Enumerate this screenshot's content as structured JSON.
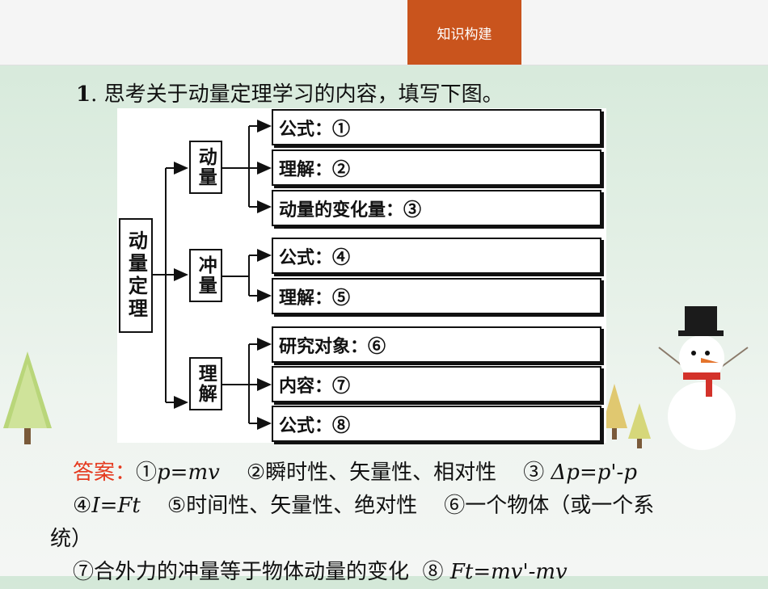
{
  "header": {
    "tab_label": "知识构建"
  },
  "question": {
    "number": "1",
    "text": ". 思考关于动量定理学习的内容，填写下图。"
  },
  "diagram": {
    "root": {
      "label": "动量定理"
    },
    "branches": [
      {
        "label": "动量",
        "items": [
          "公式：①",
          "理解：②",
          "动量的变化量：③"
        ]
      },
      {
        "label": "冲量",
        "items": [
          "公式：④",
          "理解：⑤"
        ]
      },
      {
        "label": "理解",
        "items": [
          "研究对象：⑥",
          "内容：⑦",
          "公式：⑧"
        ]
      }
    ]
  },
  "answer": {
    "label": "答案：",
    "line1": {
      "a1_num": "①",
      "a1": "p=mv",
      "a2": "②瞬时性、矢量性、相对性",
      "a3_num": "③",
      "a3": "Δp=p'-p"
    },
    "line2": {
      "a4_num": "④",
      "a4": "I=Ft",
      "a5": "⑤时间性、矢量性、绝对性",
      "a6": "⑥一个物体（或一个系"
    },
    "line3": {
      "a6_cont": "统）"
    },
    "line4": {
      "a7": "⑦合外力的冲量等于物体动量的变化",
      "a8_num": "⑧",
      "a8": "Ft=mv'-mv"
    }
  },
  "colors": {
    "accent_tab": "#c9541d",
    "answer_label": "#e53a1f"
  }
}
